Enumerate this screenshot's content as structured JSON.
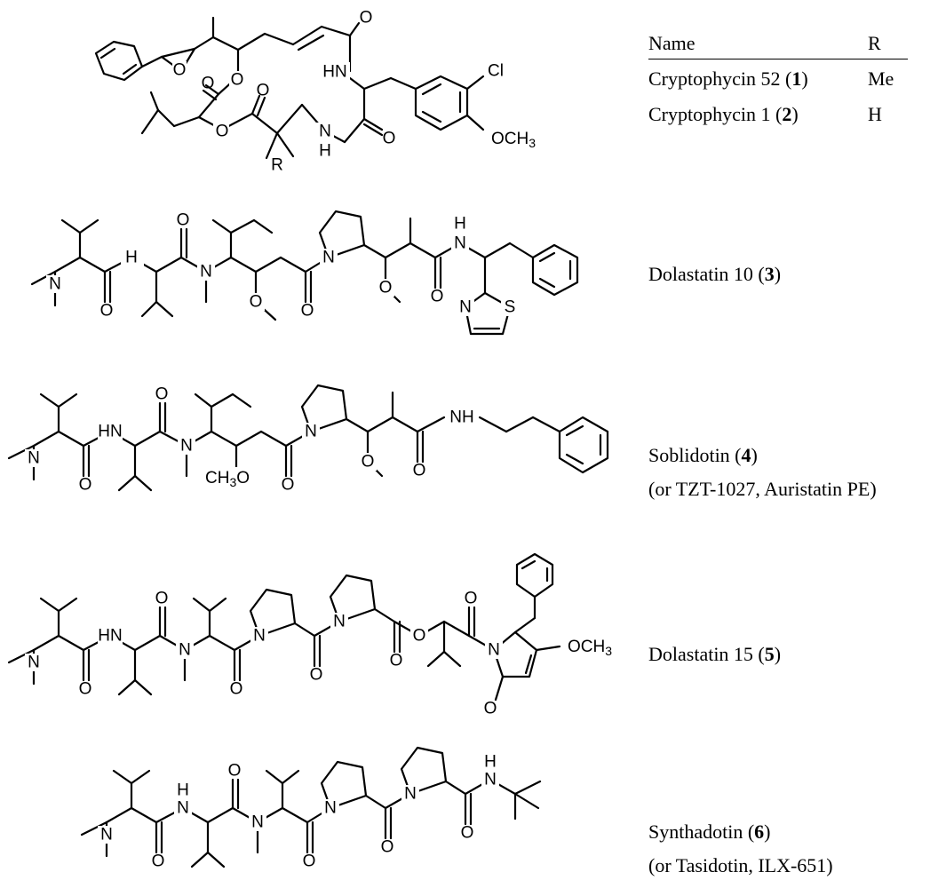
{
  "table": {
    "headers": {
      "name": "Name",
      "r": "R"
    },
    "rows": [
      {
        "name": "Cryptophycin 52 (",
        "num": "1",
        "close": ")",
        "r": "Me"
      },
      {
        "name": "Cryptophycin 1 (",
        "num": "2",
        "close": ")",
        "r": "H"
      }
    ]
  },
  "compounds": [
    {
      "name": "Dolastatin 10 (",
      "num": "3",
      "close": ")",
      "alt": ""
    },
    {
      "name": "Soblidotin (",
      "num": "4",
      "close": ")",
      "alt": "(or TZT-1027, Auristatin PE)"
    },
    {
      "name": "Dolastatin 15 (",
      "num": "5",
      "close": ")",
      "alt": ""
    },
    {
      "name": "Synthadotin (",
      "num": "6",
      "close": ")",
      "alt": "(or Tasidotin, ILX-651)"
    }
  ],
  "atom_labels": {
    "O": "O",
    "N": "N",
    "NH": "NH",
    "HN": "HN",
    "H": "H",
    "S": "S",
    "Cl": "Cl",
    "R": "R",
    "OCH3": "OCH3",
    "CH3O": "CH3O"
  }
}
